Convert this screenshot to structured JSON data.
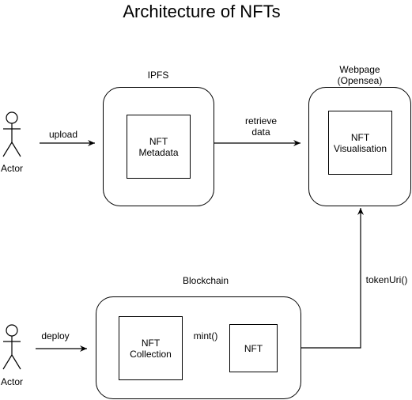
{
  "title": "Architecture of NFTs",
  "actors": [
    {
      "label": "Actor"
    },
    {
      "label": "Actor"
    }
  ],
  "containers": {
    "ipfs": {
      "label": "IPFS"
    },
    "webpage": {
      "label": "Webpage\n(Opensea)"
    },
    "blockchain": {
      "label": "Blockchain"
    }
  },
  "nodes": {
    "nft_metadata": "NFT\nMetadata",
    "nft_visualisation": "NFT\nVisualisation",
    "nft_collection": "NFT\nCollection",
    "nft": "NFT"
  },
  "edges": {
    "upload": "upload",
    "retrieve_data": "retrieve\ndata",
    "deploy": "deploy",
    "mint": "mint()",
    "token_uri": "tokenUri()"
  }
}
